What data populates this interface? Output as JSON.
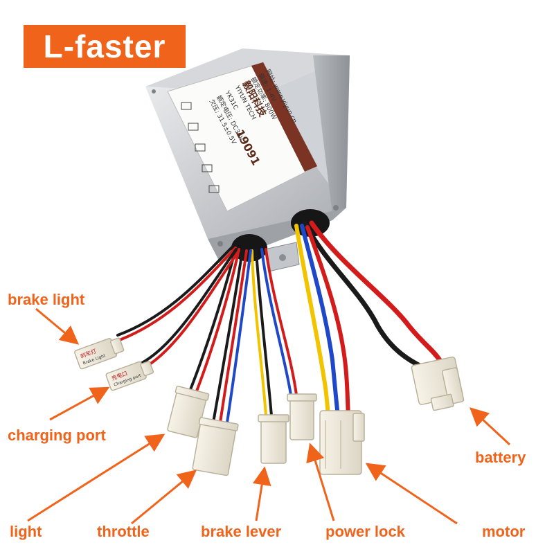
{
  "brand": {
    "text": "L-faster",
    "color": "#f0631b"
  },
  "labels": {
    "brake_light": "brake light",
    "charging_port": "charging port",
    "light": "light",
    "throttle": "throttle",
    "brake_lever": "brake lever",
    "power_lock": "power lock",
    "motor": "motor",
    "battery": "battery"
  },
  "sticker": {
    "brand_cn": "毅阳科技",
    "brand_en": "YIYUN TECH",
    "model": "YK31C",
    "voltage": "额定电压: DC36V",
    "undervoltage": "欠压: 31.5±0.5V",
    "power": "额定功率: 800W",
    "speed_ratio": "调速: 1-4V",
    "website": "网址: www.yiyun.cn",
    "serial": "19091"
  },
  "connector_tags": {
    "brake_light_tag": "刹车灯",
    "brake_light_tag_en": "Brake Light",
    "charging_tag": "充电口",
    "charging_tag_en": "Charging port"
  },
  "colors": {
    "accent": "#f0631b",
    "wire_red": "#d21c1c",
    "wire_black": "#1a1a1a",
    "wire_blue": "#1f48c8",
    "wire_yellow": "#f2c400"
  }
}
